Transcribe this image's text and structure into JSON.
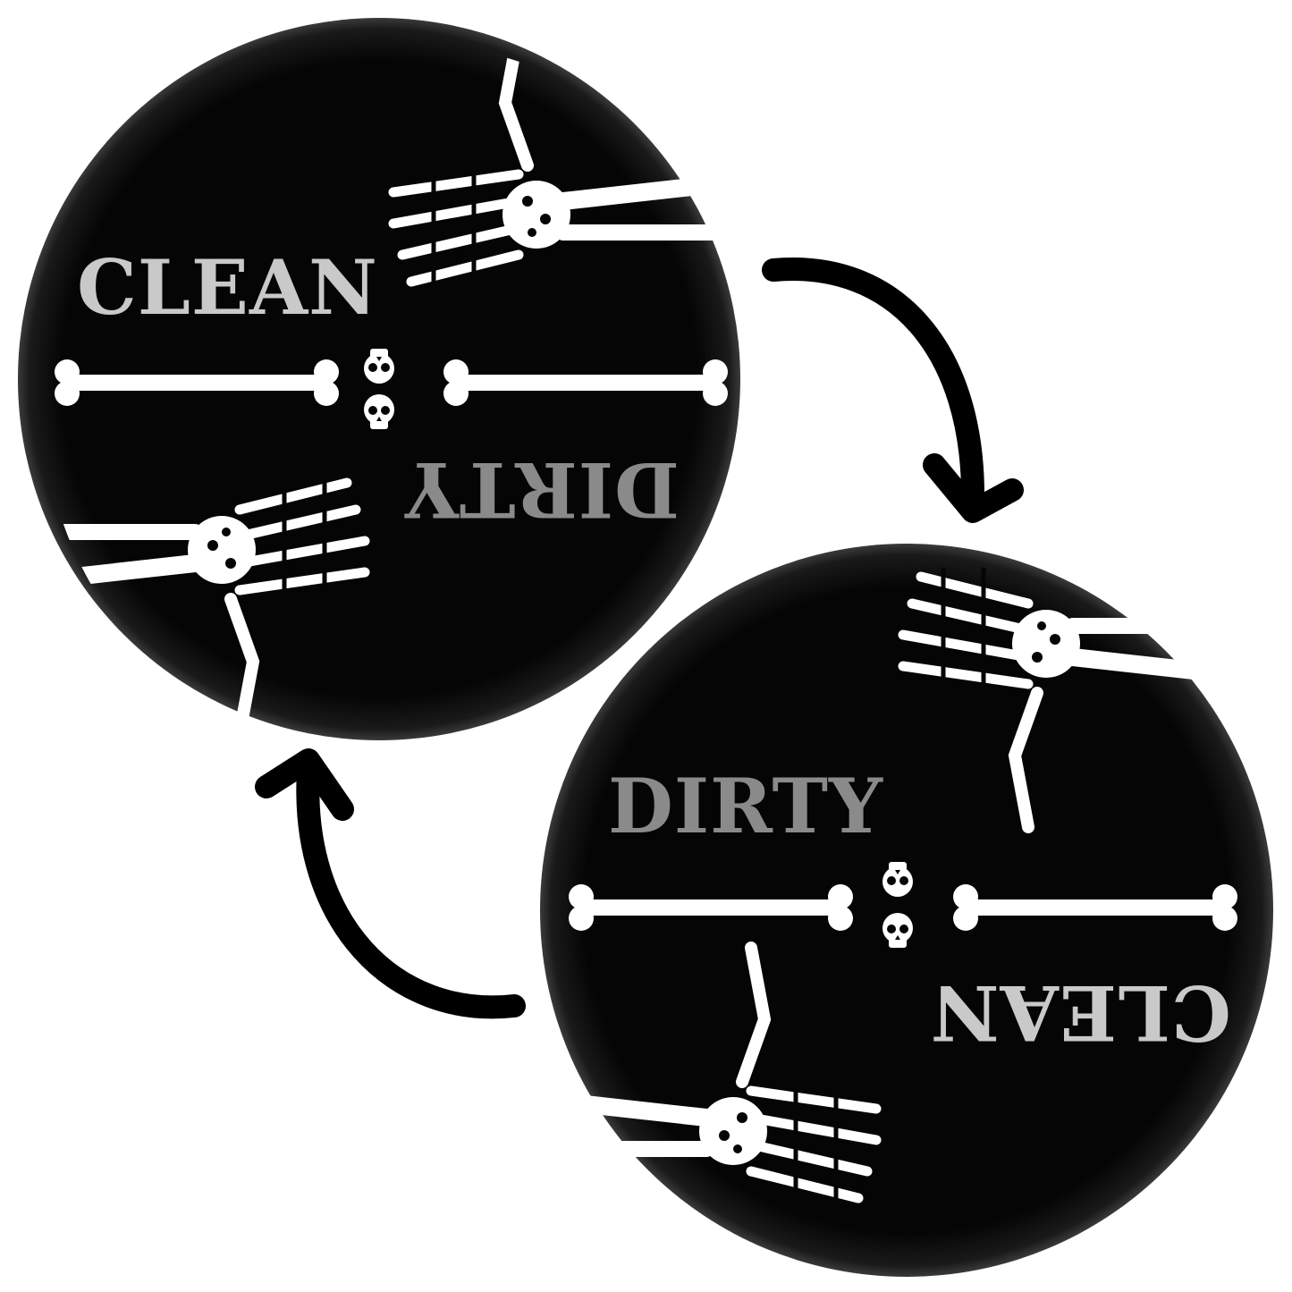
{
  "magnet_front": {
    "top_label": "CLEAN",
    "bottom_label": "DIRTY"
  },
  "magnet_back": {
    "top_label": "DIRTY",
    "bottom_label": "CLEAN"
  },
  "colors": {
    "background": "#ffffff",
    "magnet": "#050505",
    "bone": "#ffffff",
    "clean_text": "#c9c9c9",
    "dirty_text": "#8a8a8a",
    "arrow": "#000000"
  },
  "icons": [
    "bone-icon",
    "skull-icon",
    "skeleton-thumbs-up-icon",
    "skeleton-thumbs-down-icon",
    "curved-arrow-icon"
  ]
}
